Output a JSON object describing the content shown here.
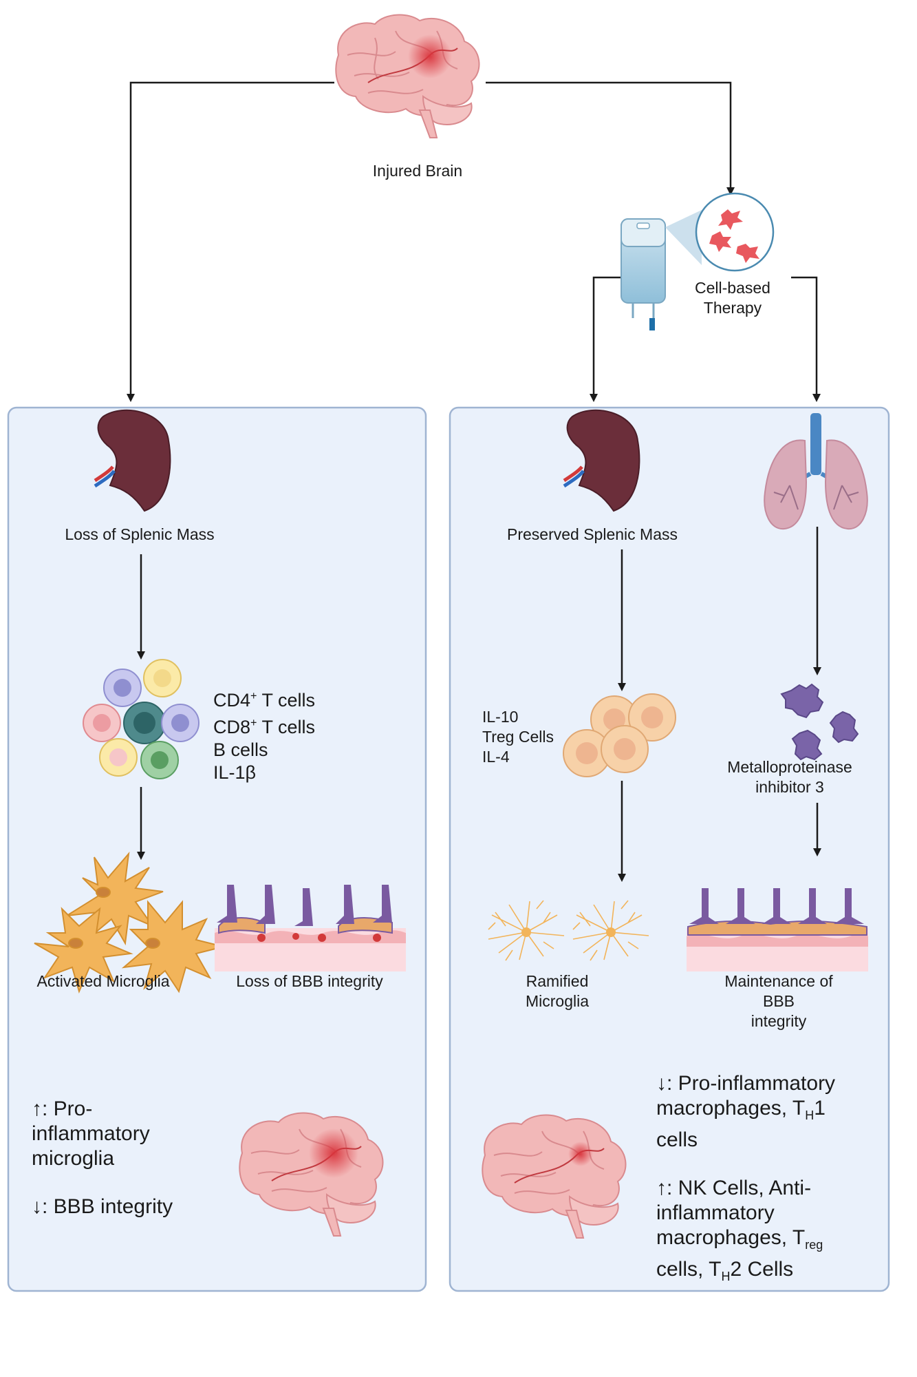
{
  "title": "",
  "top": {
    "injured_brain_label": "Injured Brain",
    "therapy_label_line1": "Cell-based",
    "therapy_label_line2": "Therapy"
  },
  "left_panel": {
    "spleen_label": "Loss of Splenic Mass",
    "immune_cells": {
      "cd4_prefix": "CD4",
      "cd4_sup": "+",
      "cd4_suffix": " T cells",
      "cd8_prefix": "CD8",
      "cd8_sup": "+",
      "cd8_suffix": " T cells",
      "b_cells": "B cells",
      "il1b": "IL-1β"
    },
    "microglia_label": "Activated Microglia",
    "bbb_label": "Loss of BBB integrity",
    "outcome": {
      "line1": "↑: Pro-",
      "line2": "inflammatory",
      "line3": "microglia",
      "line4": "↓: BBB integrity"
    }
  },
  "right_panel": {
    "spleen_label": "Preserved Splenic Mass",
    "cytokines": [
      "IL-10",
      "Treg Cells",
      "IL-4"
    ],
    "mmp_label_line1": "Metalloproteinase",
    "mmp_label_line2": "inhibitor 3",
    "microglia_label_line1": "Ramified",
    "microglia_label_line2": "Microglia",
    "bbb_label_line1": "Maintenance of BBB",
    "bbb_label_line2": "integrity",
    "outcome": {
      "down_line1": "↓: Pro-inflammatory",
      "down_line2_prefix": "macrophages, T",
      "down_line2_sub": "H",
      "down_line2_suffix": "1",
      "down_line3": "cells",
      "up_line1": "↑: NK Cells, Anti-",
      "up_line2": "inflammatory",
      "up_line3_prefix": "macrophages, T",
      "up_line3_sub": "reg",
      "up_line4_prefix": "cells, T",
      "up_line4_sub": "H",
      "up_line4_suffix": "2 Cells"
    }
  },
  "colors": {
    "panel_bg": "#eaf1fb",
    "panel_border": "#9fb4d2",
    "arrow": "#1a1a1a",
    "brain": "#f2b8b8",
    "brain_lesion": "#d9434a",
    "spleen": "#6b2e3a",
    "microglia": "#f2b45a",
    "lung": "#d9aab8",
    "mmp_protein": "#7a64a8"
  },
  "icons": [
    "injured-brain-icon",
    "iv-bag-icon",
    "stem-cell-magnifier-icon",
    "spleen-icon",
    "immune-cells-icon",
    "activated-microglia-icon",
    "bbb-disrupted-icon",
    "lung-icon",
    "treg-cells-icon",
    "protein-icon",
    "ramified-microglia-icon",
    "bbb-intact-icon"
  ]
}
